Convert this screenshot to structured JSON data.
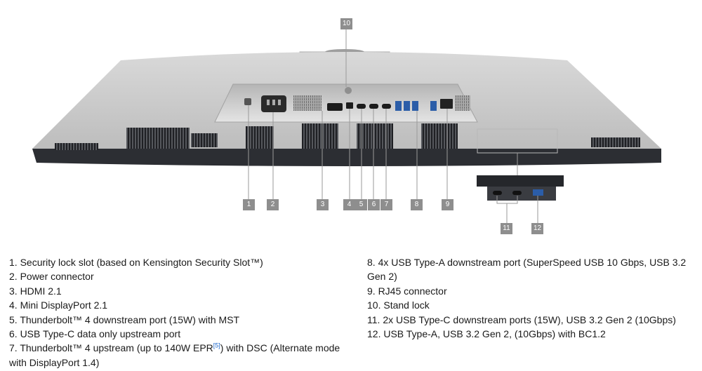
{
  "callouts": {
    "c1": "1",
    "c2": "2",
    "c3": "3",
    "c4": "4",
    "c5": "5",
    "c6": "6",
    "c7": "7",
    "c8": "8",
    "c9": "9",
    "c10": "10",
    "c11": "11",
    "c12": "12"
  },
  "legend": {
    "left": [
      "1. Security lock slot (based on Kensington Security Slot™)",
      "2. Power connector",
      "3. HDMI 2.1",
      "4. Mini DisplayPort 2.1",
      "5. Thunderbolt™ 4 downstream port (15W) with MST",
      "6. USB Type-C data only upstream port"
    ],
    "item7_before": "7. Thunderbolt™ 4 upstream (up to 140W EPR",
    "item7_ref": "[5]",
    "item7_after": ") with DSC (Alternate mode with DisplayPort 1.4)",
    "right": [
      "8. 4x USB Type-A downstream port (SuperSpeed USB 10 Gbps, USB 3.2 Gen 2)",
      "9. RJ45 connector",
      "10. Stand lock",
      "11. 2x USB Type-C downstream ports (15W), USB 3.2 Gen 2 (10Gbps)",
      "12. USB Type-A, USB 3.2 Gen 2, (10Gbps) with BC1.2"
    ]
  },
  "colors": {
    "callout_bg": "#8e8e8e",
    "monitor_body": "#c9c9c9",
    "monitor_bottom": "#2c2e33",
    "leader_line": "#9a9a9a"
  }
}
